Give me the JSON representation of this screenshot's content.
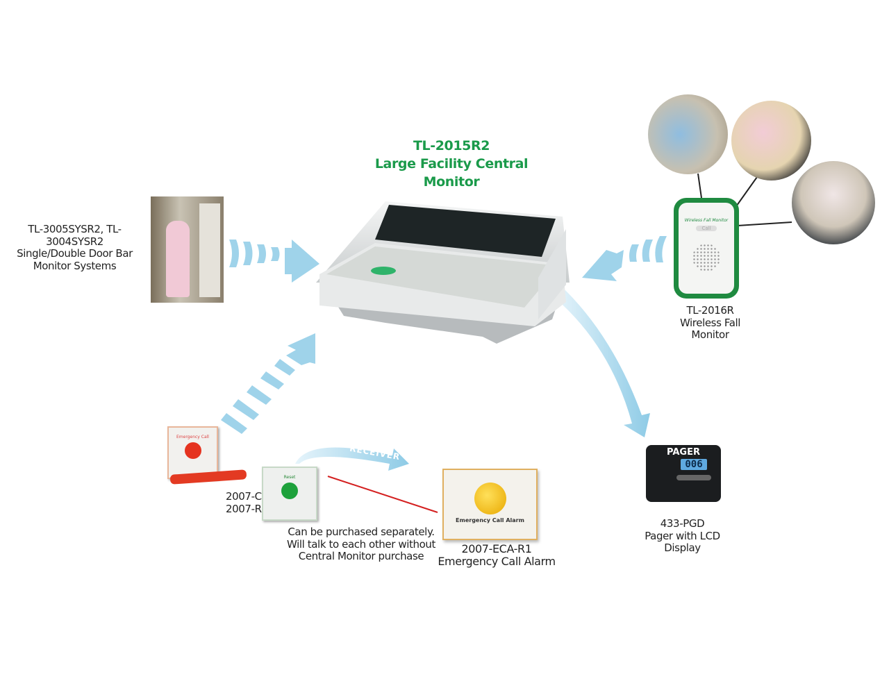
{
  "central": {
    "model": "TL-2015R2",
    "name_line1": "Large Facility Central",
    "name_line2": "Monitor"
  },
  "door_monitor": {
    "line1": "TL-3005SYSR2, TL-",
    "line2": "3004SYSR2",
    "line3": "Single/Double Door Bar",
    "line4": "Monitor Systems"
  },
  "fall_monitor": {
    "line1": "TL-2016R",
    "line2": "Wireless Fall",
    "line3": "Monitor",
    "device_text": "Wireless Fall Monitor",
    "call": "Call"
  },
  "call_buttons": {
    "line1": "2007-C",
    "line2": "2007-R",
    "red_label": "Emergency Call",
    "green_label": "Reset"
  },
  "note": {
    "line1": "Can be purchased separately.",
    "line2": "Will talk to each other without",
    "line3": "Central Monitor purchase"
  },
  "alarm": {
    "line1": "2007-ECA-R1",
    "line2": "Emergency Call Alarm",
    "device_text": "Emergency Call Alarm"
  },
  "pager": {
    "device_title": "PAGER",
    "display": "006",
    "line1": "433-PGD",
    "line2": "Pager with LCD",
    "line3": "Display"
  },
  "arrows": {
    "receiver_label": "RECEIVER"
  },
  "colors": {
    "title_green": "#1a9a4a",
    "arrow_blue": "#9fd3ea",
    "line_red": "#d42020"
  }
}
